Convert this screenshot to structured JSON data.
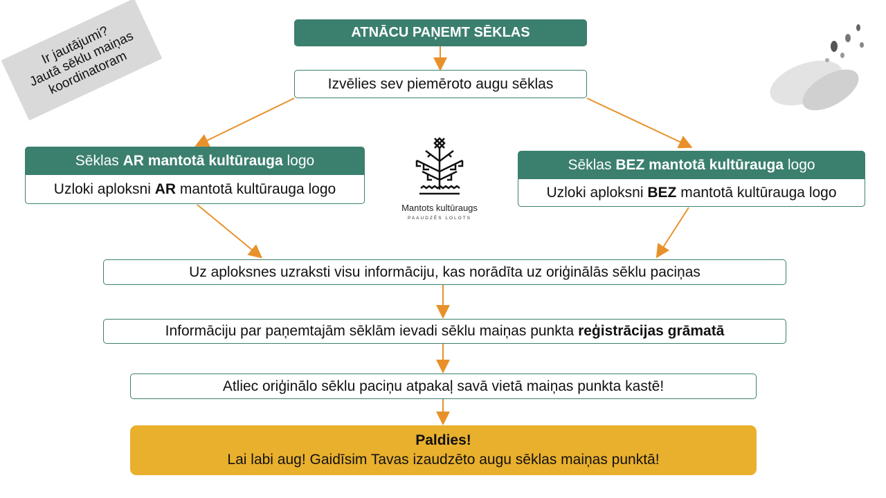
{
  "note": {
    "line1": "Ir jautājumi?",
    "line2": "Jautā sēklu maiņas",
    "line3": "koordinatoram"
  },
  "title": "ATNĀCU PAŅEMT SĒKLAS",
  "step_choose": "Izvēlies sev piemēroto augu sēklas",
  "left": {
    "header_pre": "Sēklas ",
    "header_bold": "AR mantotā kultūrauga",
    "header_post": " logo",
    "body_pre": "Uzloki aploksni ",
    "body_bold": "AR",
    "body_post": " mantotā kultūrauga logo"
  },
  "right": {
    "header_pre": "Sēklas ",
    "header_bold": "BEZ mantotā kultūrauga",
    "header_post": " logo",
    "body_pre": "Uzloki aploksni ",
    "body_bold": "BEZ",
    "body_post": " mantotā kultūrauga logo"
  },
  "logo": {
    "name": "Mantots kultūraugs",
    "tagline": "PAAUDZĒS LOLOTS"
  },
  "step_info": "Uz aploksnes uzraksti visu informāciju, kas norādīta uz oriģinālās sēklu paciņas",
  "step_register": {
    "pre": "Informāciju par paņemtajām sēklām ievadi sēklu maiņas punkta ",
    "bold": "reģistrācijas grāmatā"
  },
  "step_return": "Atliec oriģinālo sēklu paciņu atpakaļ savā vietā maiņas punkta kastē!",
  "thanks": {
    "title": "Paldies!",
    "text": "Lai labi aug! Gaidīsim Tavas izaudzēto augu sēklas maiņas punktā!"
  },
  "colors": {
    "teal": "#3b7f6e",
    "arrow": "#e8912a",
    "yellow": "#e9b02d"
  }
}
